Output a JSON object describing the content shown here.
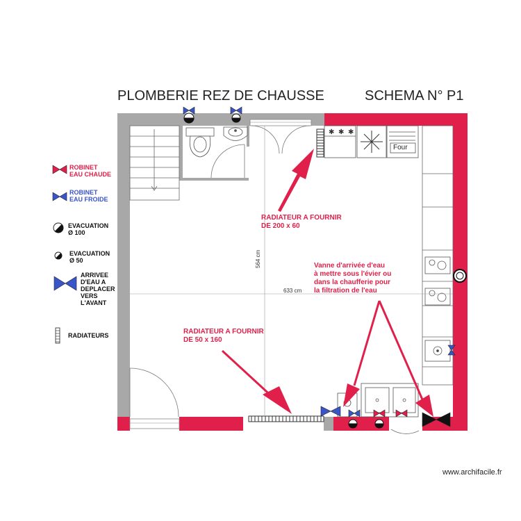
{
  "header": {
    "title": "PLOMBERIE REZ DE CHAUSSE",
    "schema": "SCHEMA N° P1"
  },
  "legend": {
    "hot_valve": [
      "ROBINET",
      "EAU CHAUDE"
    ],
    "cold_valve": [
      "ROBINET",
      "EAU FROIDE"
    ],
    "drain100": [
      "EVACUATION",
      "Ø 100"
    ],
    "drain50": [
      "EVACUATION",
      "Ø 50"
    ],
    "water_inlet": [
      "ARRIVEE",
      "D'EAU A",
      "DEPLACER",
      "VERS",
      "L'AVANT"
    ],
    "radiators": "RADIATEURS"
  },
  "notes": {
    "radiator1": [
      "RADIATEUR A FOURNIR",
      "DE 200 x 60"
    ],
    "radiator2": [
      "RADIATEUR A FOURNIR",
      "DE 50 x 160"
    ],
    "valve": [
      "Vanne d'arrivée d'eau",
      "à mettre sous l'évier ou",
      "dans la chaufferie pour",
      "la filtration de l'eau"
    ]
  },
  "dimensions": {
    "width": "633 cm",
    "height": "564 cm"
  },
  "appliances": {
    "oven": "Four"
  },
  "footer": {
    "watermark": "www.archifacile.fr"
  },
  "colors": {
    "hot": "#e0204a",
    "cold": "#3a55c8",
    "wall_grey": "#a8a8a8",
    "wall_red": "#e0204a"
  }
}
